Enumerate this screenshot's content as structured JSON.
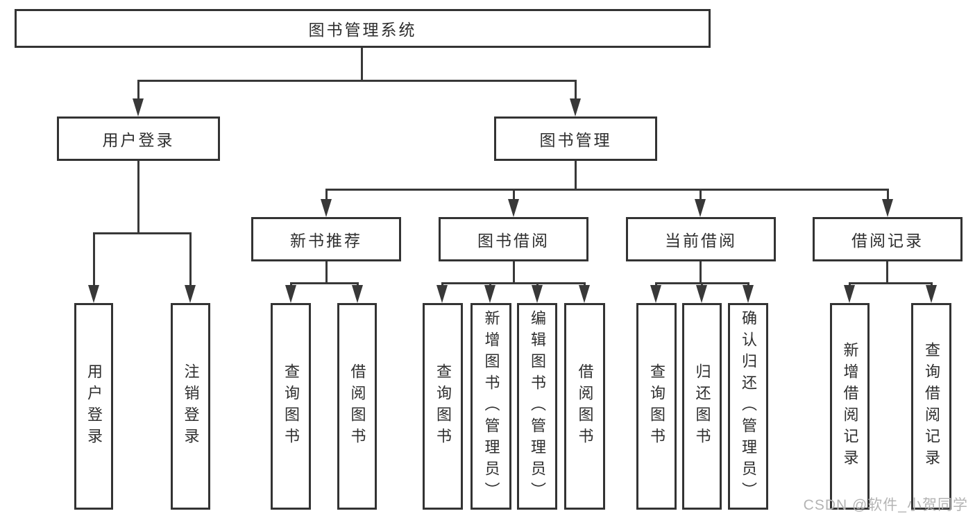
{
  "diagram": {
    "root": "图书管理系统",
    "user_login": {
      "label": "用户登录",
      "children": [
        "用户登录",
        "注销登录"
      ]
    },
    "book_mgmt": {
      "label": "图书管理",
      "new_books": {
        "label": "新书推荐",
        "children": [
          "查询图书",
          "借阅图书"
        ]
      },
      "book_borrow": {
        "label": "图书借阅",
        "children": [
          "查询图书",
          "新增图书（管理员）",
          "编辑图书（管理员）",
          "借阅图书"
        ]
      },
      "current_borrow": {
        "label": "当前借阅",
        "children": [
          "查询图书",
          "归还图书",
          "确认归还（管理员）"
        ]
      },
      "borrow_records": {
        "label": "借阅记录",
        "children": [
          "新增借阅记录",
          "查询借阅记录"
        ]
      }
    }
  },
  "watermark": "CSDN @软件_小贺同学",
  "colors": {
    "line": "#383838",
    "box_border": "#333333",
    "text": "#2e2e2e",
    "watermark": "#b4b4b4",
    "background": "#ffffff"
  }
}
